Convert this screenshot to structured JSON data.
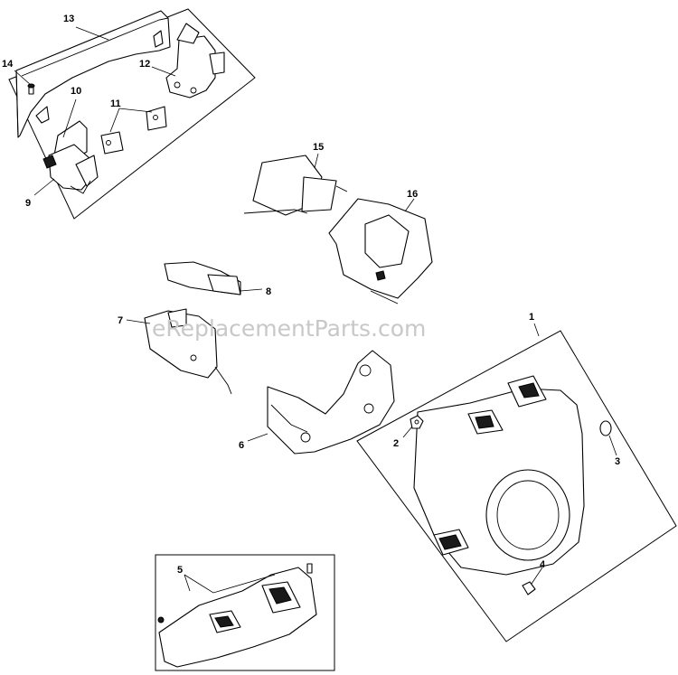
{
  "watermark": "eReplacementParts.com",
  "callouts": [
    {
      "key": "1",
      "text": "1"
    },
    {
      "key": "2",
      "text": "2"
    },
    {
      "key": "3",
      "text": "3"
    },
    {
      "key": "4",
      "text": "4"
    },
    {
      "key": "5",
      "text": "5"
    },
    {
      "key": "6",
      "text": "6"
    },
    {
      "key": "7",
      "text": "7"
    },
    {
      "key": "8",
      "text": "8"
    },
    {
      "key": "9",
      "text": "9"
    },
    {
      "key": "10",
      "text": "10"
    },
    {
      "key": "11",
      "text": "11"
    },
    {
      "key": "12",
      "text": "12"
    },
    {
      "key": "13",
      "text": "13"
    },
    {
      "key": "14",
      "text": "14"
    },
    {
      "key": "15",
      "text": "15"
    },
    {
      "key": "16",
      "text": "16"
    }
  ]
}
